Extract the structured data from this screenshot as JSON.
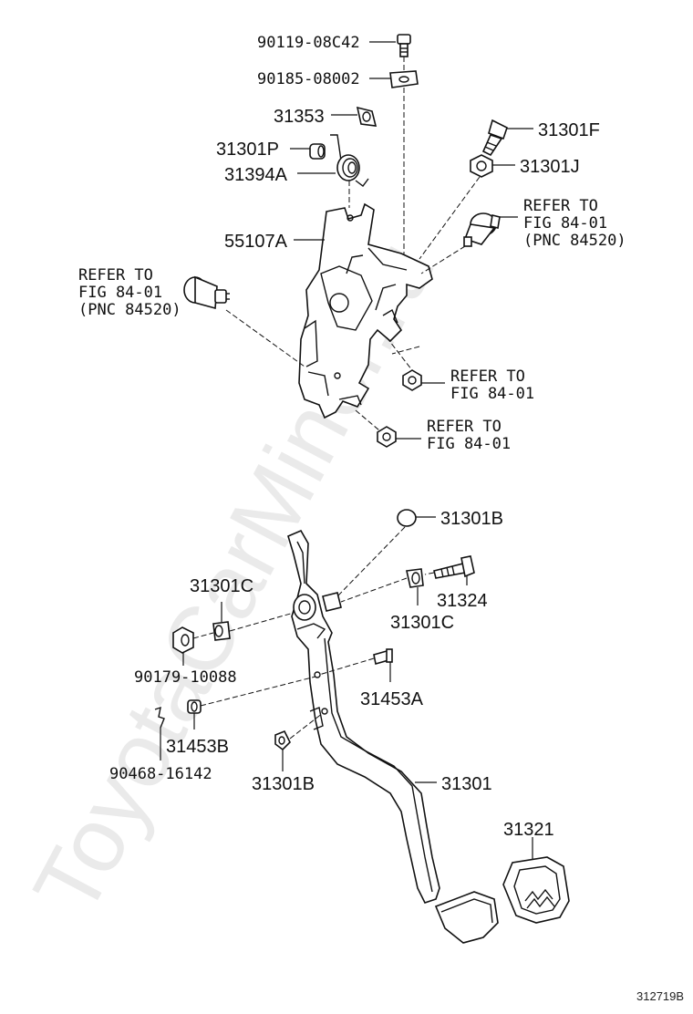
{
  "labels": {
    "p90119_08C42": "90119-08C42",
    "p90185_08002": "90185-08002",
    "p31353": "31353",
    "p31301F": "31301F",
    "p31301P": "31301P",
    "p31301J": "31301J",
    "p31394A": "31394A",
    "p55107A": "55107A",
    "p31301B_top": "31301B",
    "p31301C_left": "31301C",
    "p31324": "31324",
    "p31301C_right": "31301C",
    "p90179_10088": "90179-10088",
    "p31453A": "31453A",
    "p31453B": "31453B",
    "p90468_16142": "90468-16142",
    "p31301B_bottom": "31301B",
    "p31301": "31301",
    "p31321": "31321"
  },
  "refers": {
    "right_switch": [
      "REFER TO",
      "FIG 84-01",
      "(PNC 84520)"
    ],
    "left_switch": [
      "REFER TO",
      "FIG 84-01",
      "(PNC 84520)"
    ],
    "nut_upper": [
      "REFER TO",
      "FIG 84-01"
    ],
    "nut_lower": [
      "REFER TO",
      "FIG 84-01"
    ]
  },
  "watermark": "ToyotaCarMiner.ru",
  "drawing_code": "312719B"
}
